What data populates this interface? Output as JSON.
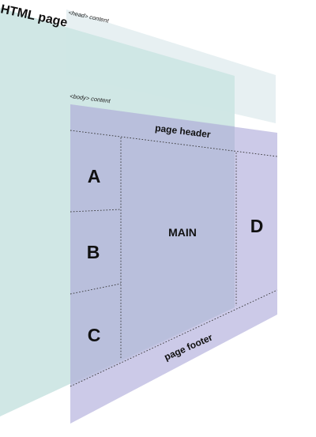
{
  "labels": {
    "html_page": "HTML page",
    "head_content": "<head> content",
    "body_content": "<body> content",
    "page_header": "page header",
    "page_footer": "page footer",
    "main": "MAIN",
    "a": "A",
    "b": "B",
    "c": "C",
    "d": "D"
  },
  "colors": {
    "html_plane": "#cde6e4",
    "head_plane": "#e4eef0",
    "body_plane": "#bcb8e0",
    "line": "#333333"
  }
}
